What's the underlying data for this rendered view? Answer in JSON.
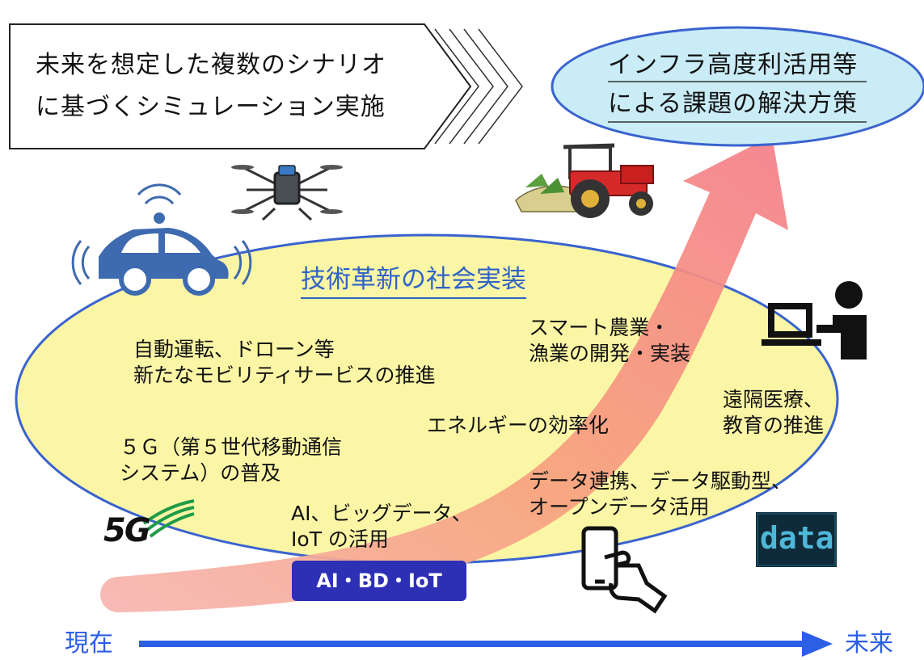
{
  "header": {
    "line1": "未来を想定した複数のシナリオ",
    "line2": "に基づくシミュレーション実施"
  },
  "goal": {
    "line1": "インフラ高度利活用等",
    "line2": "による課題の解決方策"
  },
  "center": {
    "title": "技術革新の社会実装",
    "items": [
      {
        "line1": "自動運転、ドローン等",
        "line2": "新たなモビリティサービスの推進"
      },
      {
        "line1": "５Ｇ（第５世代移動通信",
        "line2": "システム）の普及"
      },
      {
        "line1": "AI、ビッグデータ、",
        "line2": "IoT の活用"
      },
      {
        "line1": "エネルギーの効率化"
      },
      {
        "line1": "スマート農業・",
        "line2": "漁業の開発・実装"
      },
      {
        "line1": "遠隔医療、",
        "line2": "教育の推進"
      },
      {
        "line1": "データ連携、データ駆動型、",
        "line2": "オープンデータ活用"
      }
    ]
  },
  "icons": {
    "fiveg_label": "5G",
    "ai_badge": "AI・BD・IoT",
    "data_label": "data"
  },
  "axis": {
    "left": "現在",
    "right": "未来"
  }
}
